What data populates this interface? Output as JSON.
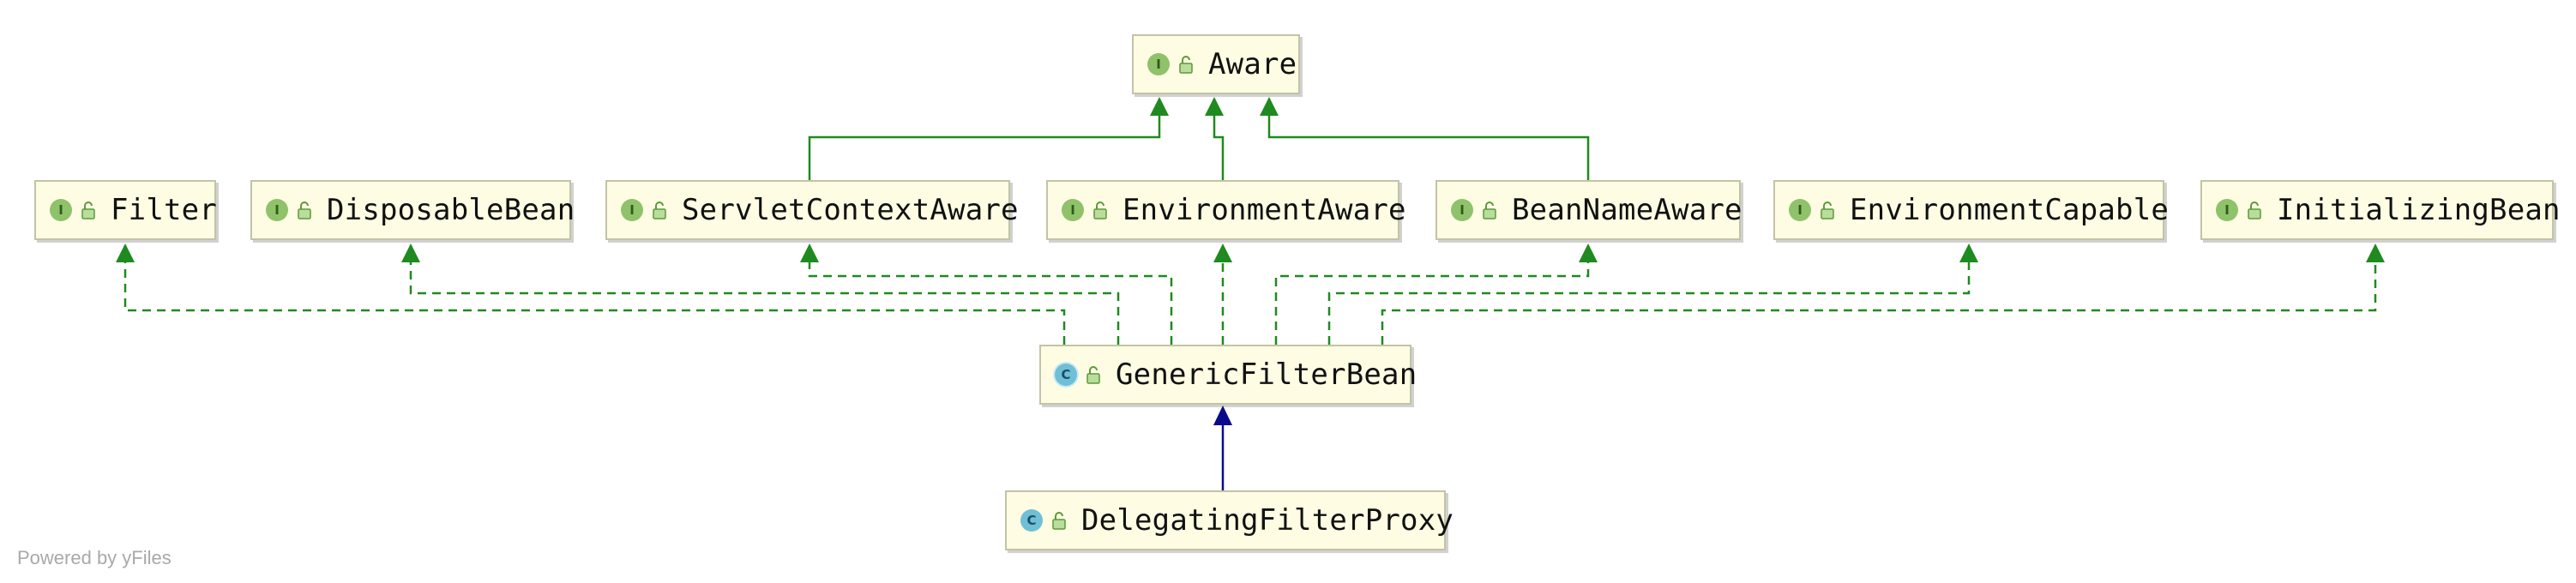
{
  "diagram": {
    "colors": {
      "implements_edge": "#1f8a1f",
      "extends_edge": "#0a0a8a",
      "node_fill": "#fefde3",
      "node_border": "#c3c3a6"
    },
    "nodes": {
      "aware": {
        "label": "Aware",
        "kind": "interface",
        "badge": "I"
      },
      "filter": {
        "label": "Filter",
        "kind": "interface",
        "badge": "I"
      },
      "disposable_bean": {
        "label": "DisposableBean",
        "kind": "interface",
        "badge": "I"
      },
      "servlet_context_aware": {
        "label": "ServletContextAware",
        "kind": "interface",
        "badge": "I"
      },
      "environment_aware": {
        "label": "EnvironmentAware",
        "kind": "interface",
        "badge": "I"
      },
      "bean_name_aware": {
        "label": "BeanNameAware",
        "kind": "interface",
        "badge": "I"
      },
      "environment_capable": {
        "label": "EnvironmentCapable",
        "kind": "interface",
        "badge": "I"
      },
      "initializing_bean": {
        "label": "InitializingBean",
        "kind": "interface",
        "badge": "I"
      },
      "generic_filter_bean": {
        "label": "GenericFilterBean",
        "kind": "abstract-class",
        "badge": "C"
      },
      "delegating_filter_proxy": {
        "label": "DelegatingFilterProxy",
        "kind": "class",
        "badge": "C"
      }
    },
    "edges": [
      {
        "from": "servlet_context_aware",
        "to": "aware",
        "type": "extends"
      },
      {
        "from": "environment_aware",
        "to": "aware",
        "type": "extends"
      },
      {
        "from": "bean_name_aware",
        "to": "aware",
        "type": "extends"
      },
      {
        "from": "generic_filter_bean",
        "to": "filter",
        "type": "implements"
      },
      {
        "from": "generic_filter_bean",
        "to": "disposable_bean",
        "type": "implements"
      },
      {
        "from": "generic_filter_bean",
        "to": "servlet_context_aware",
        "type": "implements"
      },
      {
        "from": "generic_filter_bean",
        "to": "environment_aware",
        "type": "implements"
      },
      {
        "from": "generic_filter_bean",
        "to": "bean_name_aware",
        "type": "implements"
      },
      {
        "from": "generic_filter_bean",
        "to": "environment_capable",
        "type": "implements"
      },
      {
        "from": "generic_filter_bean",
        "to": "initializing_bean",
        "type": "implements"
      },
      {
        "from": "delegating_filter_proxy",
        "to": "generic_filter_bean",
        "type": "extends-class"
      }
    ]
  },
  "watermark": "Powered by yFiles"
}
